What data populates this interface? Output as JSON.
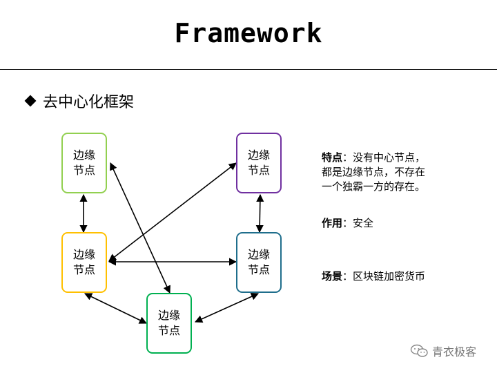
{
  "title": "Framework",
  "section_heading": "去中心化框架",
  "nodes": {
    "top_left": {
      "line1": "边缘",
      "line2": "节点",
      "color": "#92d050"
    },
    "mid_left": {
      "line1": "边缘",
      "line2": "节点",
      "color": "#ffc000"
    },
    "bottom": {
      "line1": "边缘",
      "line2": "节点",
      "color": "#00b050"
    },
    "top_right": {
      "line1": "边缘",
      "line2": "节点",
      "color": "#7030a0"
    },
    "mid_right": {
      "line1": "边缘",
      "line2": "节点",
      "color": "#1f6e8c"
    }
  },
  "features": {
    "label": "特点",
    "sep": "：",
    "text_line1": "没有中心节点，",
    "text_line2": "都是边缘节点，不存在",
    "text_line3": "一个独霸一方的存在。"
  },
  "role": {
    "label": "作用",
    "sep": "：",
    "text": "安全"
  },
  "scenario": {
    "label": "场景",
    "sep": "：",
    "text": "区块链加密货币"
  },
  "watermark": {
    "text": "青衣极客"
  }
}
